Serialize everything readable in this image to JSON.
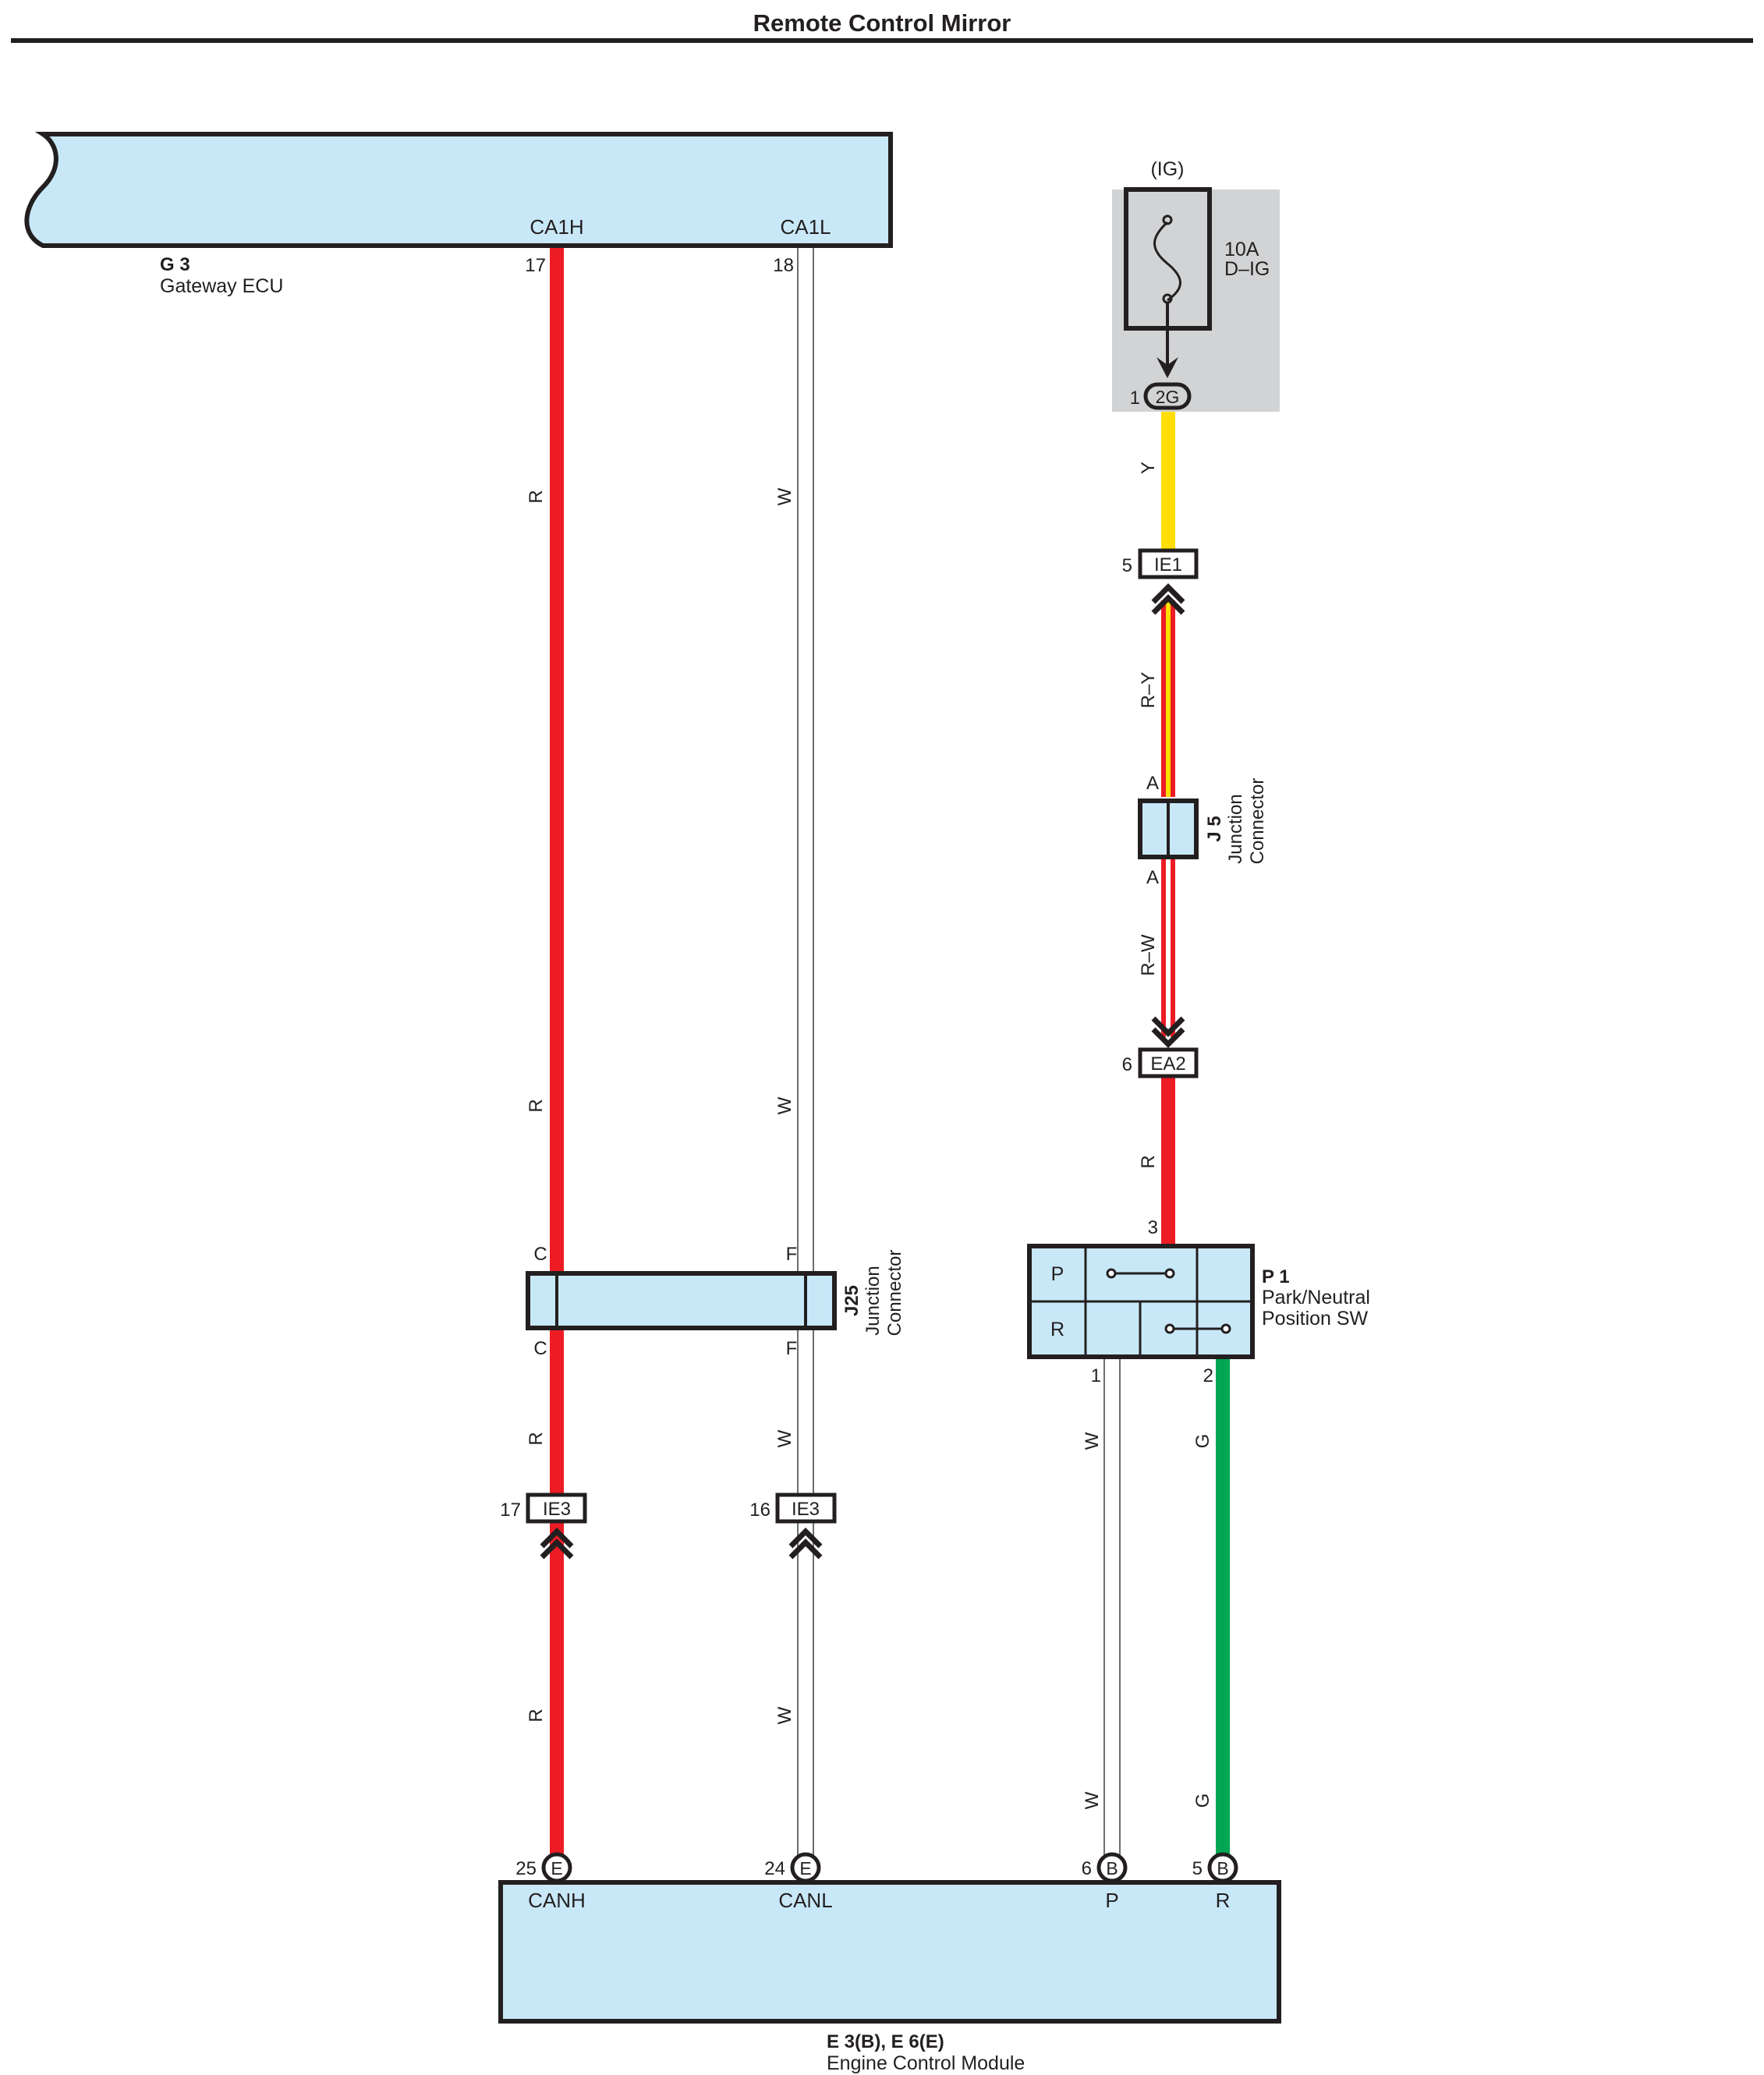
{
  "title": "Remote Control Mirror",
  "colors": {
    "R": "#ed1c24",
    "W": "#ffffff",
    "Y": "#ffde00",
    "G": "#00a651",
    "component_fill": "#c8e8f8",
    "fuse_shade": "#d1d3d4",
    "line": "#231f20"
  },
  "components": {
    "gateway_ecu": {
      "code": "G 3",
      "name": "Gateway ECU",
      "pin_ca1h": "CA1H",
      "pin_ca1l": "CA1L",
      "pin_ca1h_no": "17",
      "pin_ca1l_no": "18"
    },
    "fuse": {
      "source": "(IG)",
      "rating": "10A",
      "name": "D–IG",
      "conn_pin": "1",
      "conn_id": "2G"
    },
    "j5": {
      "code": "J 5",
      "line1": "Junction",
      "line2": "Connector",
      "pin_top": "A",
      "pin_bottom": "A"
    },
    "j25": {
      "code": "J25",
      "line1": "Junction",
      "line2": "Connector",
      "pin_c_top": "C",
      "pin_f_top": "F",
      "pin_c_bottom": "C",
      "pin_f_bottom": "F"
    },
    "p1": {
      "code": "P 1",
      "line1": "Park/Neutral",
      "line2": "Position SW",
      "row_p": "P",
      "row_r": "R",
      "pin_in": "3",
      "pin_out1": "1",
      "pin_out2": "2"
    },
    "ecm": {
      "code": "E 3(B), E 6(E)",
      "name": "Engine Control Module",
      "pin_canh": "CANH",
      "pin_canl": "CANL",
      "pin_p": "P",
      "pin_r": "R"
    }
  },
  "connectors": {
    "ie1": {
      "pin": "5",
      "id": "IE1"
    },
    "ea2": {
      "pin": "6",
      "id": "EA2"
    },
    "ie3_left": {
      "pin": "17",
      "id": "IE3"
    },
    "ie3_right": {
      "pin": "16",
      "id": "IE3"
    },
    "ecm_canh": {
      "pin": "25",
      "letter": "E"
    },
    "ecm_canl": {
      "pin": "24",
      "letter": "E"
    },
    "ecm_p": {
      "pin": "6",
      "letter": "B"
    },
    "ecm_r": {
      "pin": "5",
      "letter": "B"
    }
  },
  "wire_labels": {
    "canh_1": "R",
    "canh_2": "R",
    "canh_3": "R",
    "canh_4": "R",
    "canl_1": "W",
    "canl_2": "W",
    "canl_3": "W",
    "canl_4": "W",
    "ig_y": "Y",
    "ig_ry": "R–Y",
    "ig_rw": "R–W",
    "ig_r": "R",
    "p1_w1": "W",
    "p1_w2": "W",
    "p1_g1": "G",
    "p1_g2": "G"
  }
}
